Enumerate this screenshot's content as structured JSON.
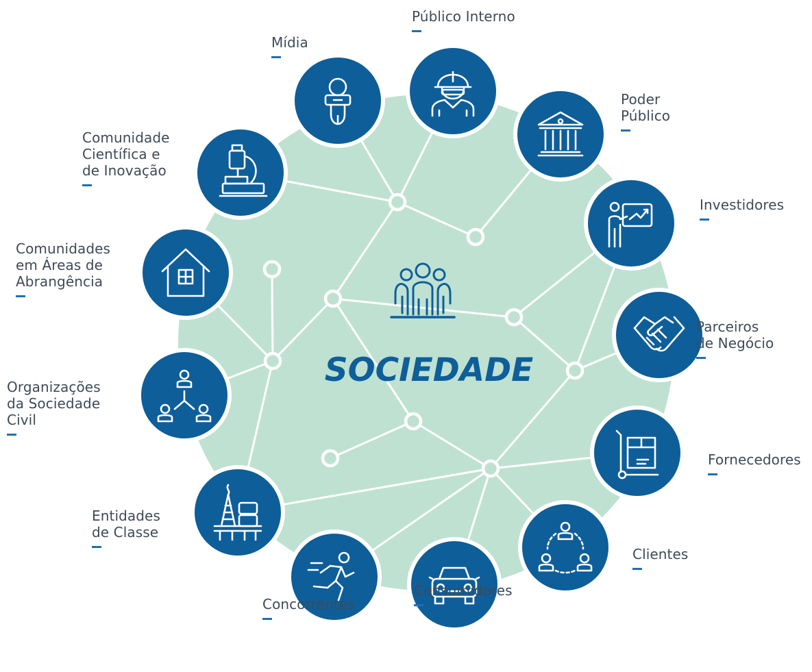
{
  "center": {
    "title": "SOCIEDADE",
    "icon": "people-group-icon"
  },
  "colors": {
    "circle_fill": "#bfe1d2",
    "node_fill": "#0e5e99",
    "line": "#ffffff",
    "title": "#0e5e99",
    "text": "#3e4a57"
  },
  "stakeholders": [
    {
      "id": "publico-interno",
      "lines": [
        "Público Interno"
      ],
      "icon": "worker-icon"
    },
    {
      "id": "poder-publico",
      "lines": [
        "Poder",
        "Público"
      ],
      "icon": "government-building-icon"
    },
    {
      "id": "investidores",
      "lines": [
        "Investidores"
      ],
      "icon": "presentation-chart-icon"
    },
    {
      "id": "parceiros-de-negocio",
      "lines": [
        "Parceiros",
        "de Negócio"
      ],
      "icon": "handshake-icon"
    },
    {
      "id": "fornecedores",
      "lines": [
        "Fornecedores"
      ],
      "icon": "hand-truck-box-icon"
    },
    {
      "id": "clientes",
      "lines": [
        "Clientes"
      ],
      "icon": "client-cycle-icon"
    },
    {
      "id": "consumidores",
      "lines": [
        "Consumidores"
      ],
      "icon": "car-icon"
    },
    {
      "id": "concorrentes",
      "lines": [
        "Concorrentes"
      ],
      "icon": "runner-icon"
    },
    {
      "id": "entidades-de-classe",
      "lines": [
        "Entidades",
        "de Classe"
      ],
      "icon": "oil-platform-icon"
    },
    {
      "id": "organizacoes-sociedade-civil",
      "lines": [
        "Organizações",
        "da Sociedade",
        "Civil"
      ],
      "icon": "organization-network-icon"
    },
    {
      "id": "comunidades-areas",
      "lines": [
        "Comunidades",
        "em Áreas de",
        "Abrangência"
      ],
      "icon": "house-icon"
    },
    {
      "id": "comunidade-cientifica",
      "lines": [
        "Comunidade",
        "Científica e",
        "de Inovação"
      ],
      "icon": "microscope-icon"
    },
    {
      "id": "midia",
      "lines": [
        "Mídia"
      ],
      "icon": "microphone-icon"
    }
  ]
}
